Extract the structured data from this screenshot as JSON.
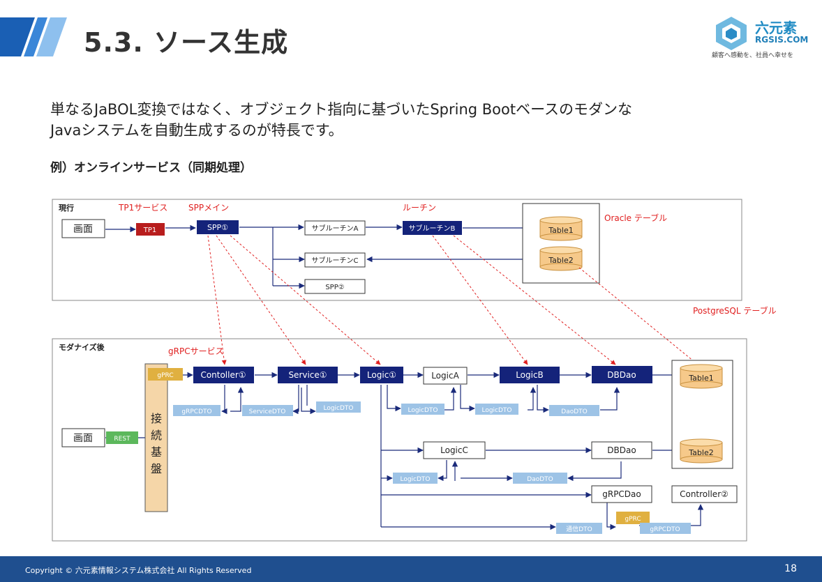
{
  "header": {
    "title": "5.3. ソース生成",
    "logo_brand": "六元素",
    "logo_sub": "RGSIS.COM",
    "logo_tagline": "顧客へ感動を、社員へ幸せを"
  },
  "intro_lines": [
    "単なるJaBOL変換ではなく、オブジェクト指向に基づいたSpring Bootベースのモダンな",
    "Javaシステムを自動生成するのが特長です。"
  ],
  "example_heading": "例）オンラインサービス（同期処理）",
  "current": {
    "panel_label": "現行",
    "tp1_service_label": "TP1サービス",
    "spp_main_label": "SPPメイン",
    "routine_label": "ルーチン",
    "oracle_label": "Oracle テーブル",
    "screen": "画面",
    "tp1": "TP1",
    "spp1": "SPP①",
    "sub_a": "サブルーチンA",
    "sub_b": "サブルーチンB",
    "sub_c": "サブルーチンC",
    "spp2": "SPP②",
    "table1": "Table1",
    "table2": "Table2"
  },
  "postgres_label": "PostgreSQL テーブル",
  "modern": {
    "panel_label": "モダナイズ後",
    "grpc_service_label": "gRPCサービス",
    "screen": "画面",
    "rest": "REST",
    "gprc_in": "gPRC",
    "base_chars": [
      "接",
      "続",
      "基",
      "盤"
    ],
    "controller1": "Contoller①",
    "service1": "Service①",
    "logic1": "Logic①",
    "logicA": "LogicA",
    "logicB": "LogicB",
    "dbdao1": "DBDao",
    "logicC": "LogicC",
    "dbdao2": "DBDao",
    "grpcdao": "gRPCDao",
    "controller2": "Controller②",
    "table1": "Table1",
    "table2": "Table2",
    "dto": {
      "grpc_dto": "gRPCDTO",
      "service_dto": "ServiceDTO",
      "logic_dto_1": "LogicDTO",
      "logic_dto_2": "LogicDTO",
      "logic_dto_3": "LogicDTO",
      "dao_dto_1": "DaoDTO",
      "logic_dto_4": "LogicDTO",
      "dao_dto_2": "DaoDTO",
      "tsushin_dto": "通信DTO",
      "gprc_out": "gPRC",
      "grpc_dto_2": "gRPCDTO"
    }
  },
  "footer": {
    "copyright": "Copyright © 六元素情報システム株式会社 All Rights Reserved",
    "page": "18"
  },
  "colors": {
    "navy": "#14237a",
    "red_label": "#e02020",
    "tp1_red": "#b81d1d",
    "table_fill": "#f6c98a",
    "dto_fill": "#9dc3e6",
    "rest_green": "#5cb85c",
    "gprc_gold": "#e0b040",
    "base_fill": "#f5d6a8",
    "footer_blue": "#1f4f8f"
  }
}
